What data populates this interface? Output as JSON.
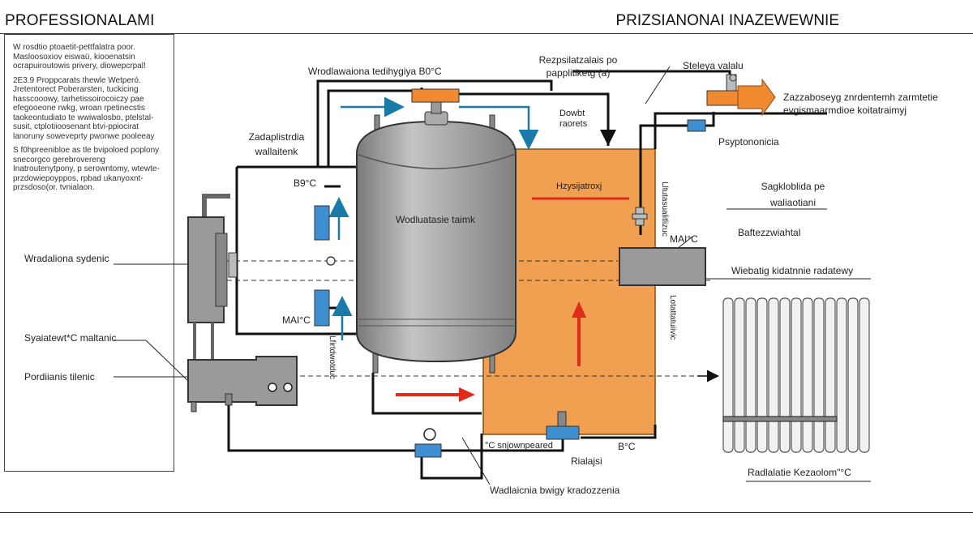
{
  "header": {
    "title_left": "PROFESSIONALAMI",
    "title_right": "PRIZSIANONAI INAZEWEWNIE"
  },
  "notes": [
    "W rosdtio ptoaetit-pettfalatra poor. Masloosoxiov eiswaü, kiooenatsin ocrapuiroutowis privery, diowepcrpal!",
    "2E3.9 Proppcarats thewle Wetperó. Jretentorect Poberarsten, tuckicing hasscooowy, tarhetissoirocoiczy pae efegooeone rwkg, wroan rpetinecstis taokeontudiato te wwiwalosbo, ptelstal-susit, ctplotiioosenant btvi-ppiocirat lanoruny soweveprty pwonwe pooleeay",
    "S f0hpreenibloe as tle bvipoloed poplony snecorgco gerebrovereng Inatroutenytpony, p serowntomy, wtewte- przdowiepoyppos, rpbad ukanyoxnt-przsdoso(or. tvnialaon."
  ],
  "labels": {
    "top_temp": "Wrodlawaiona tedihygiya B0°C",
    "top_center": "Rezpsilatzalais po papplitlketg (a)",
    "top_stel": "Steleya valalu",
    "outlet": "Zazzaboseyg znrdentemh zarmtetie evgismaarmdioe koitatraimyj",
    "right_small": "Psyptononicia",
    "left_upper": "Zadaplistrdia wallaitenk",
    "t1": "B9°C",
    "t2": "MAI°C",
    "t3": "MAI°C",
    "tank": "Wodluatasie taimk",
    "hot_label": "Hzysijatroxj",
    "vertical_1": "Dowbt raorets",
    "vertical_2": "Lltutasualitlizuc",
    "vertical_3": "Lotattatuiivic",
    "vertical_4": "Lfirtdwotduc",
    "right_top": "Sagkloblida pe waliaotiani",
    "right_mid": "Baftezzwiahtal",
    "right_box": "Wiebatig kidatnnie radatewy",
    "left_a": "Wradaliona sydenic",
    "left_b": "Syaiatewt*C maltanic",
    "left_c": "Pordiianis tilenic",
    "bottom_1": "°C  snjownpeared",
    "bottom_2": "B°C",
    "bottom_3": "Rialajsi",
    "bottom_main": "Wadlaicnia bwigy kradozzenia",
    "radiator": "Radlalatie Kezaolom\"°C"
  },
  "colors": {
    "tank": "#9b9b9b",
    "hot_zone": "#f0a050",
    "arrow_hot": "#e02a1a",
    "arrow_cold": "#1a7aa8",
    "valve_orange": "#f08a30",
    "valve_blue": "#3f8fd0"
  }
}
